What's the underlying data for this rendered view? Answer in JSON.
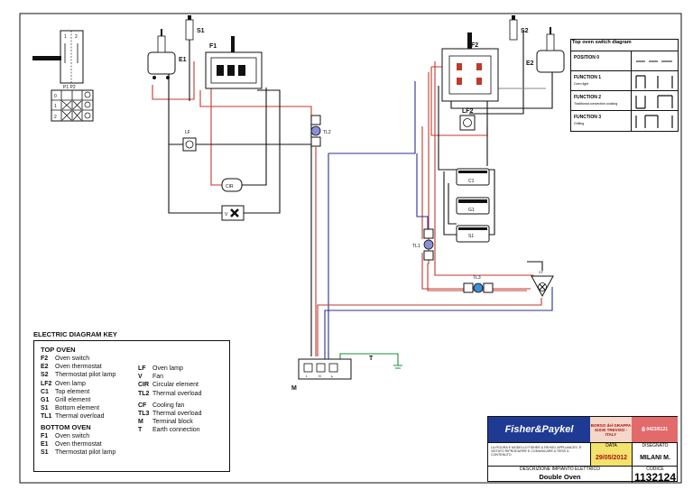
{
  "components": {
    "S1": "S1",
    "E1": "E1",
    "F1": "F1",
    "LF": "LF",
    "CIR": "CIR",
    "V": "V",
    "TL2": "TL2",
    "F2": "F2",
    "S2": "S2",
    "E2": "E2",
    "LF2": "LF2",
    "C1": "C1",
    "G1": "G1",
    "S1b": "S1",
    "TL1": "TL1",
    "TL3": "TL3",
    "CF": "CF",
    "T": "T",
    "M": "M"
  },
  "terminal_block": {
    "L": "L",
    "N": "N"
  },
  "switch_detail": {
    "row0": "0",
    "row1": "1",
    "row2": "2",
    "p1p2": "P1  P2",
    "top1": "1",
    "top2": "2"
  },
  "top_switch": {
    "title": "Top oven switch diagram",
    "rows": [
      {
        "name": "POSITION 0",
        "desc": ""
      },
      {
        "name": "FUNCTION 1",
        "desc": "Oven light"
      },
      {
        "name": "FUNCTION 2",
        "desc": "Traditional convection cooking"
      },
      {
        "name": "FUNCTION 3",
        "desc": "Grilling"
      }
    ]
  },
  "key": {
    "title": "ELECTRIC DIAGRAM KEY",
    "top_heading": "TOP OVEN",
    "top_items": [
      {
        "code": "F2",
        "text": "Oven switch"
      },
      {
        "code": "E2",
        "text": "Oven thermostat"
      },
      {
        "code": "S2",
        "text": "Thermostat pilot lamp"
      },
      {
        "code": "LF2",
        "text": "Oven lamp"
      },
      {
        "code": "C1",
        "text": "Top element"
      },
      {
        "code": "G1",
        "text": "Grill element"
      },
      {
        "code": "S1",
        "text": "Bottom element"
      },
      {
        "code": "TL1",
        "text": "Thermal overload"
      }
    ],
    "bottom_heading": "BOTTOM OVEN",
    "bottom_items": [
      {
        "code": "F1",
        "text": "Oven switch"
      },
      {
        "code": "E1",
        "text": "Oven thermostat"
      },
      {
        "code": "S1",
        "text": "Thermostat pilot lamp"
      }
    ],
    "right_items": [
      {
        "code": "LF",
        "text": "Oven lamp"
      },
      {
        "code": "V",
        "text": "Fan"
      },
      {
        "code": "CIR",
        "text": "Circular element"
      },
      {
        "code": "TL2",
        "text": "Thermal overload"
      },
      {
        "code": "CF",
        "text": "Cooling fan"
      },
      {
        "code": "TL3",
        "text": "Thermal overload"
      },
      {
        "code": "M",
        "text": "Terminal block"
      },
      {
        "code": "T",
        "text": "Earth connection"
      }
    ]
  },
  "title_block": {
    "brand": "Fisher&Paykel",
    "address": "BORSO del GRAPPA 31030 TREVISO - ITALY",
    "phone": "0423/5121",
    "legal": "LA FIGURA E MODELLO FISHER & PAYKEL APPLIANCES. E' VIETATO RIPRODURRE E COMUNICARE A TERZI IL CONTENUTO",
    "date_label": "DATA",
    "date": "29/05/2012",
    "drawn_label": "DISEGNATO",
    "drawn": "MILANI M.",
    "desc_label": "DESCRIZIONE IMPIANTO ELETTRICO",
    "desc": "Double Oven",
    "code_label": "CODICE",
    "code": "1132124"
  }
}
